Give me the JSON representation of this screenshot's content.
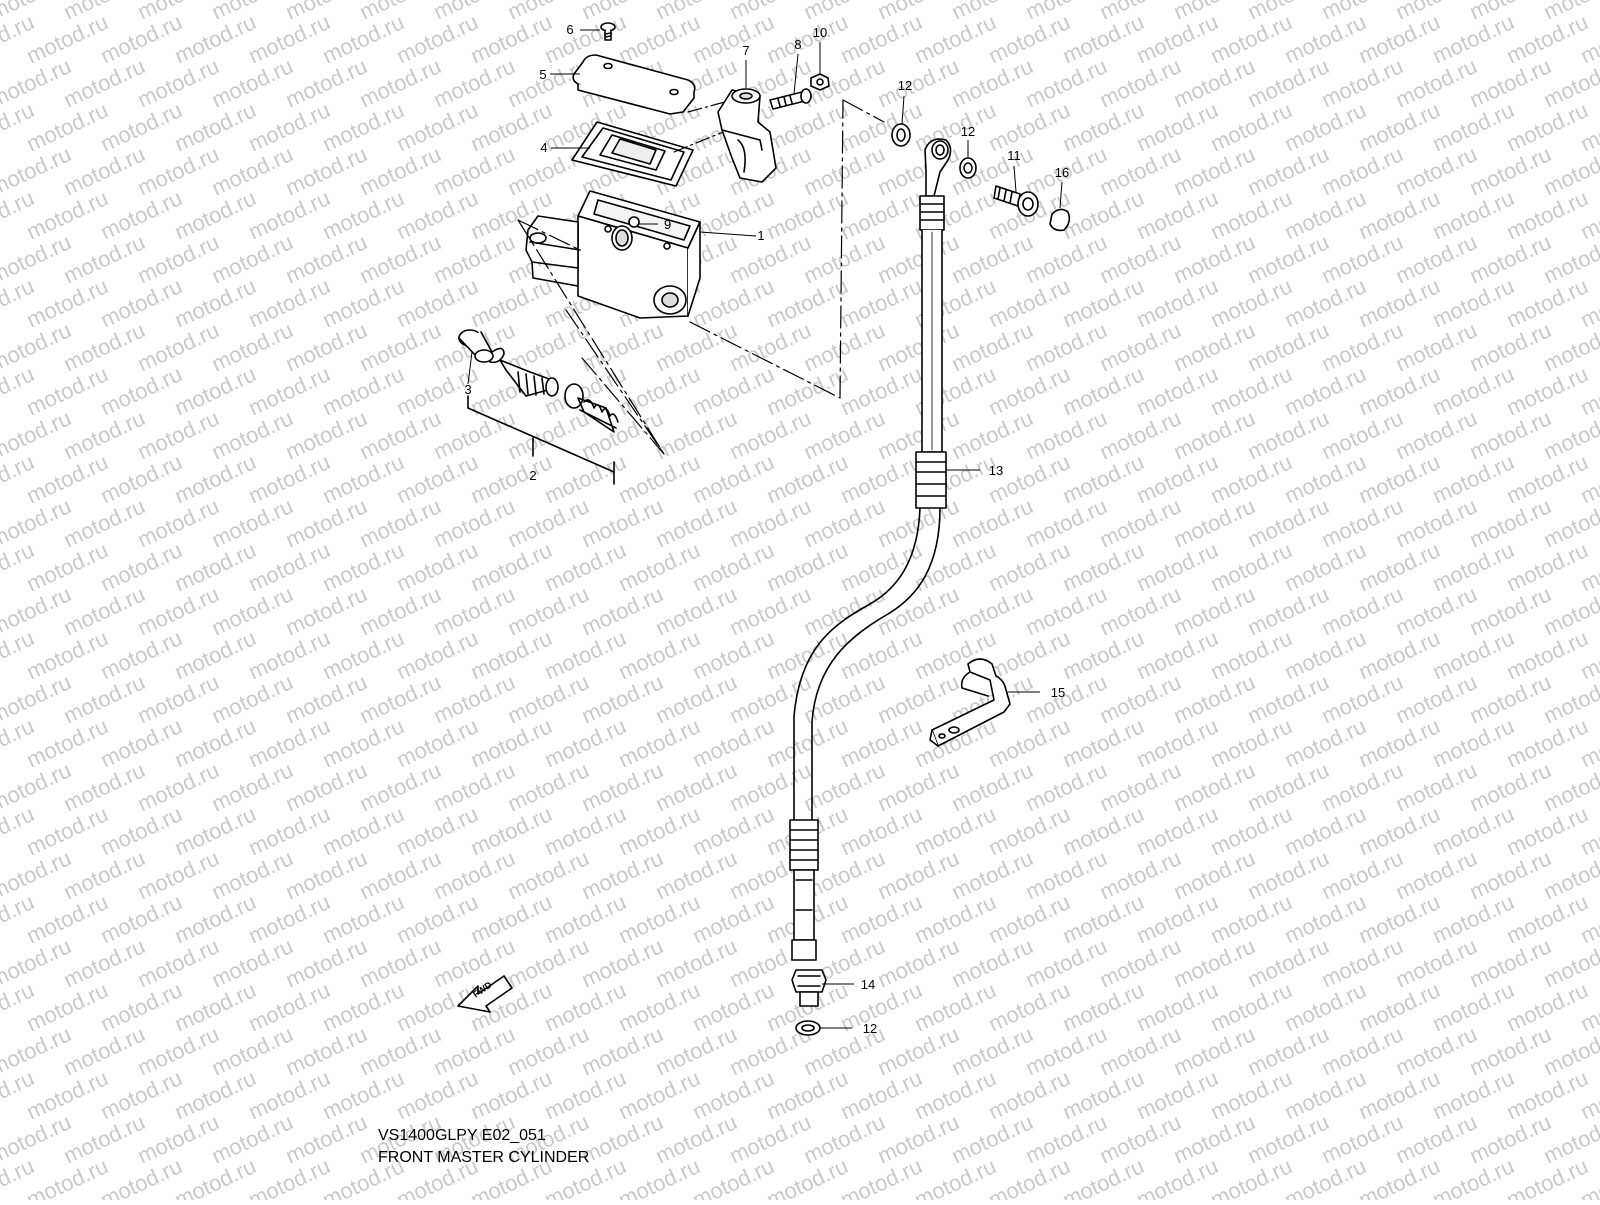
{
  "watermark": "motod.ru",
  "diagram": {
    "model_code": "VS1400GLPY E02_051",
    "title": "FRONT MASTER CYLINDER",
    "fwd_label": "FWD",
    "callouts": [
      "1",
      "2",
      "3",
      "4",
      "5",
      "6",
      "7",
      "8",
      "9",
      "10",
      "11",
      "12",
      "13",
      "14",
      "15",
      "16"
    ],
    "callout_12_count": 3
  }
}
